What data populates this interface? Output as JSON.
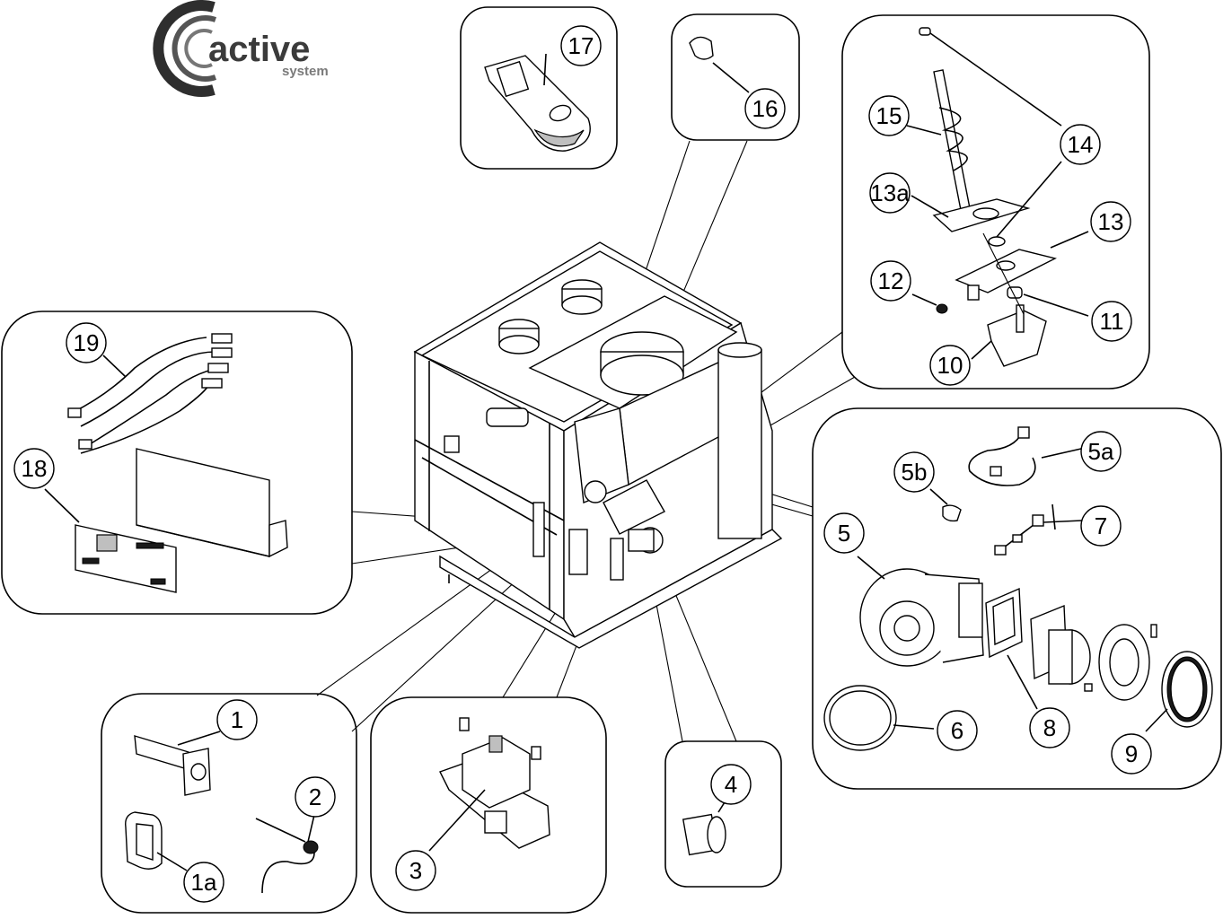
{
  "brand": {
    "name": "active",
    "subtitle": "system",
    "colors": {
      "dark": "#3b3b3b",
      "light": "#7a7a7a"
    }
  },
  "callouts": {
    "c1": "1",
    "c1a": "1a",
    "c2": "2",
    "c3": "3",
    "c4": "4",
    "c5": "5",
    "c5a": "5a",
    "c5b": "5b",
    "c6": "6",
    "c7": "7",
    "c8": "8",
    "c9": "9",
    "c10": "10",
    "c11": "11",
    "c12": "12",
    "c13": "13",
    "c13a": "13a",
    "c14": "14",
    "c15": "15",
    "c16": "16",
    "c17": "17",
    "c18": "18",
    "c19": "19"
  }
}
